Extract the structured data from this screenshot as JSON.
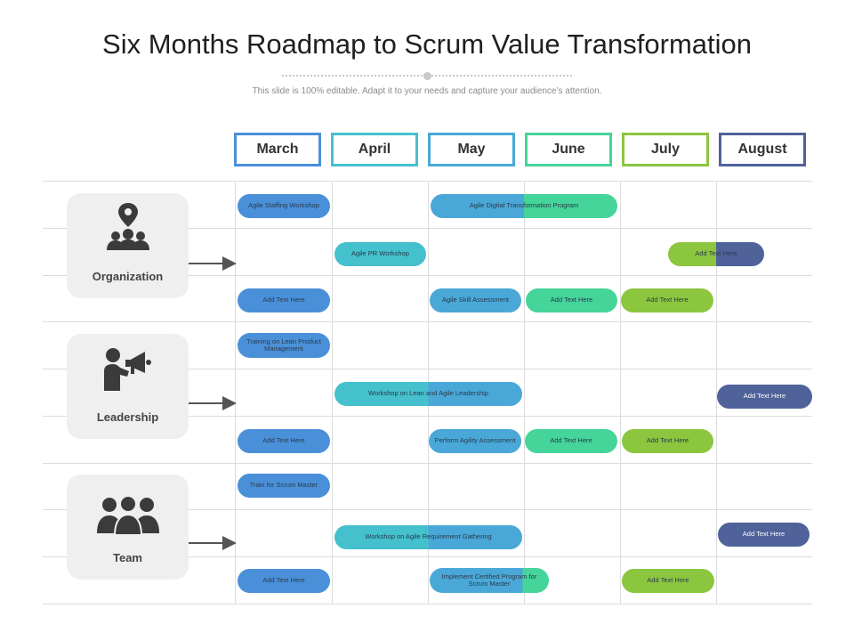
{
  "title": "Six Months Roadmap to Scrum Value Transformation",
  "subtitle": "This slide is 100% editable. Adapt it to your needs and capture your audience’s attention.",
  "months": [
    "March",
    "April",
    "May",
    "June",
    "July",
    "August"
  ],
  "colors": {
    "march": "#4a90d9",
    "april": "#45c0cd",
    "may": "#4aa8d8",
    "june": "#45d49a",
    "july": "#8cc63f",
    "august": "#4f6299",
    "card_bg": "#efefef",
    "icon": "#3b3b3b",
    "grid": "#dcdcdc"
  },
  "groups": [
    {
      "label": "Organization",
      "icon": "location-people-icon",
      "tasks": [
        {
          "label": "Agile Staffing Workshop"
        },
        {
          "label": "Agile Digital Transformation Program"
        },
        {
          "label": "Agile PR Workshop"
        },
        {
          "label": "Add Text Here"
        },
        {
          "label": "Add Text Here"
        },
        {
          "label": "Agile Skill Assessment"
        },
        {
          "label": "Add Text Here"
        },
        {
          "label": "Add Text Here"
        }
      ]
    },
    {
      "label": "Leadership",
      "icon": "megaphone-person-icon",
      "tasks": [
        {
          "label": "Training on Lean Product Management"
        },
        {
          "label": "Workshop on Lean  and Agile Leadership"
        },
        {
          "label": "Add Text Here"
        },
        {
          "label": "Add Text Here"
        },
        {
          "label": "Perform Agility Assessment"
        },
        {
          "label": "Add Text Here"
        },
        {
          "label": "Add Text Here"
        }
      ]
    },
    {
      "label": "Team",
      "icon": "team-people-icon",
      "tasks": [
        {
          "label": "Train for Scrum Master"
        },
        {
          "label": "Workshop on Agile Requirement Gathering"
        },
        {
          "label": "Add Text Here"
        },
        {
          "label": "Add Text Here"
        },
        {
          "label": "Implement Certified Program for Scrum Master"
        },
        {
          "label": "Add Text Here"
        }
      ]
    }
  ]
}
